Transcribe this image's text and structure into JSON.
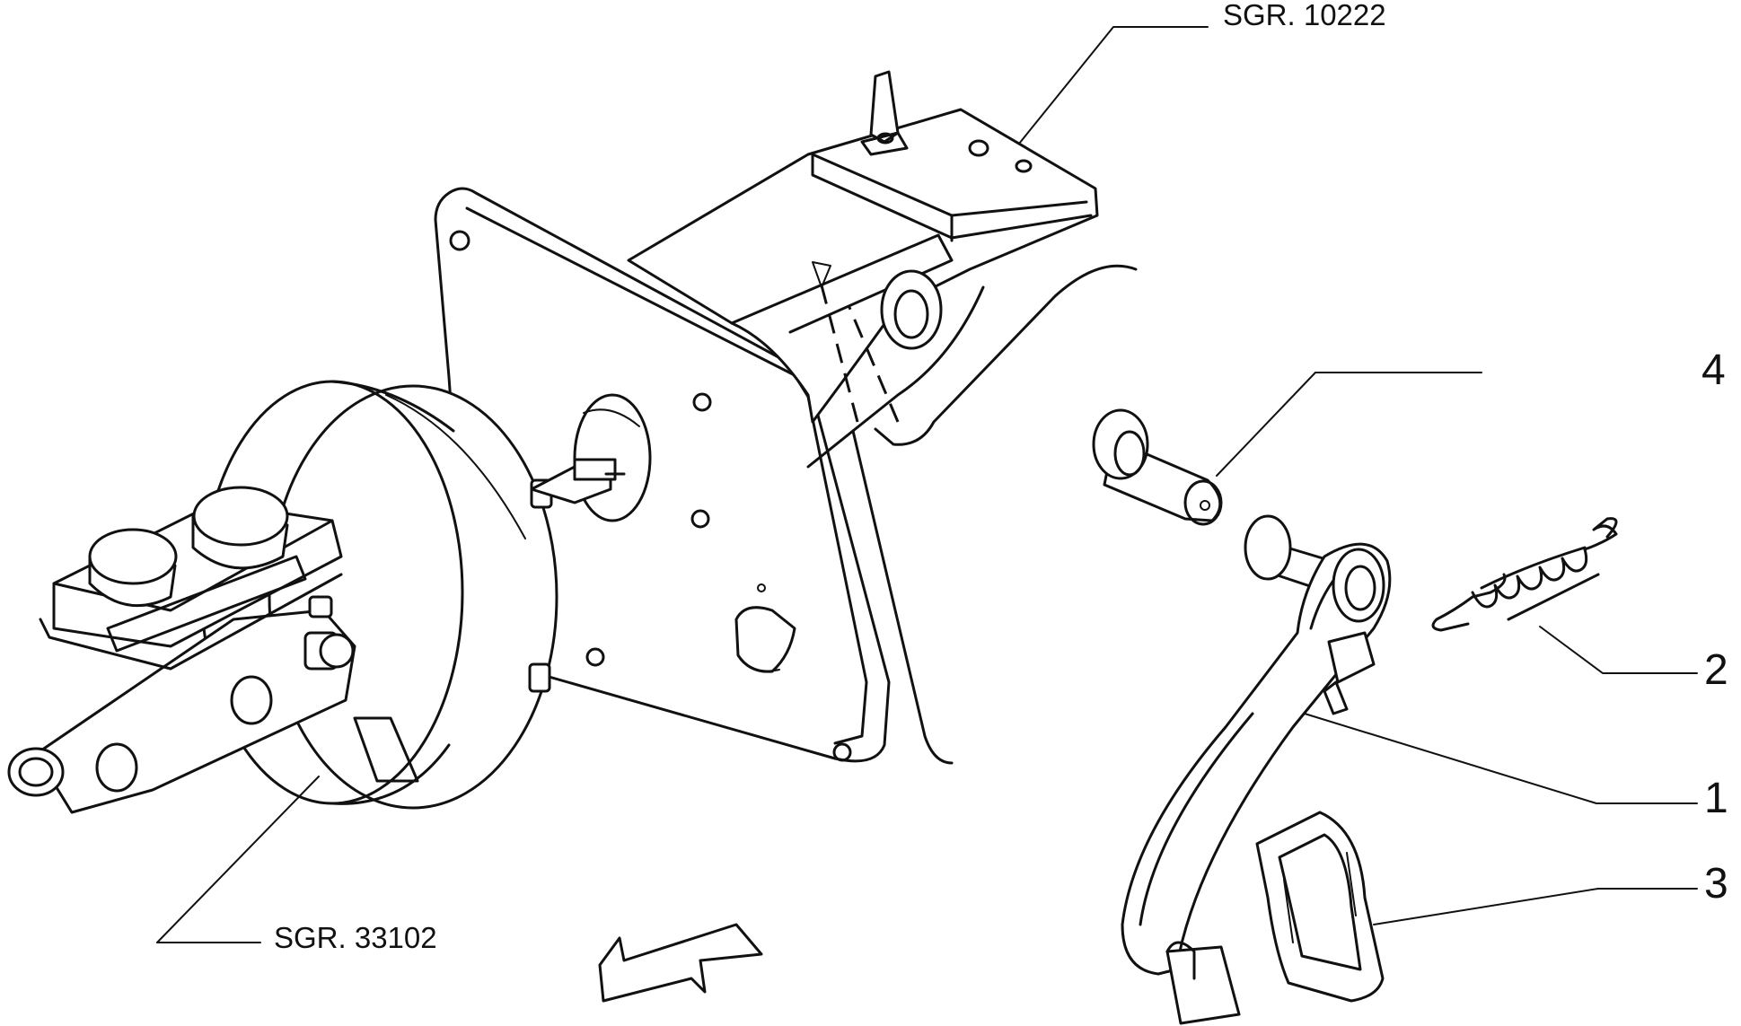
{
  "diagram": {
    "references": [
      {
        "id": "booster-bracket-ref",
        "text": "SGR. 10222"
      },
      {
        "id": "booster-ref",
        "text": "SGR. 33102"
      }
    ],
    "callouts": [
      {
        "id": "pin",
        "number": "4"
      },
      {
        "id": "spring",
        "number": "2"
      },
      {
        "id": "pedal",
        "number": "1"
      },
      {
        "id": "pedal-pad",
        "number": "3"
      }
    ],
    "colors": {
      "line": "#111111",
      "background": "#ffffff"
    }
  }
}
